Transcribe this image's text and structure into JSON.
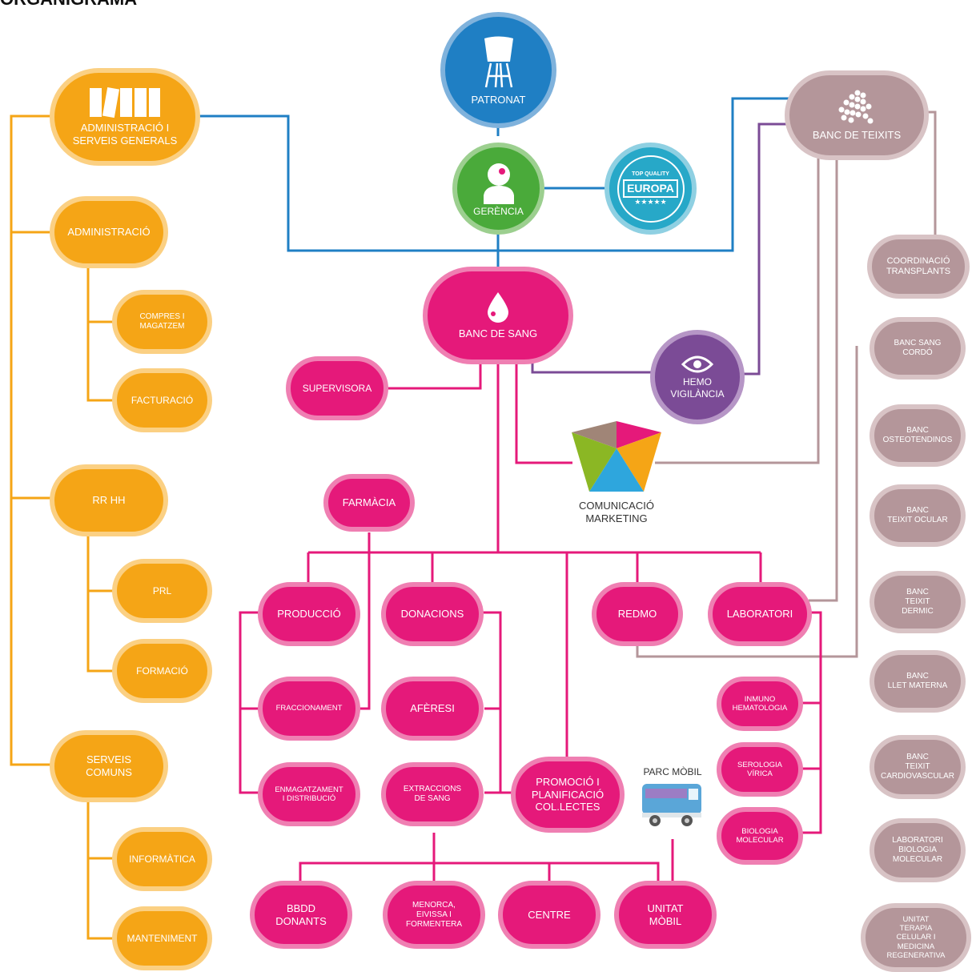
{
  "title": "ORGANIGRAMA",
  "colors": {
    "orange": "#f5a516",
    "pink": "#e5197a",
    "mauve": "#b4969a",
    "blue": "#1f7fc4",
    "green": "#4aaa3a",
    "purple": "#7b4b96",
    "teal": "#27a8c8"
  },
  "top": {
    "patronat": "PATRONAT",
    "gerencia": "GERÈNCIA",
    "europa_badge": {
      "top": "TOP QUALITY",
      "main": "EUROPA"
    }
  },
  "admin": {
    "main": "ADMINISTRACIÓ I\nSERVEIS GENERALS",
    "administracio": "ADMINISTRACIÓ",
    "compres": "COMPRES I\nMAGATZEM",
    "facturacio": "FACTURACIÓ",
    "rrhh": "RR HH",
    "prl": "PRL",
    "formacio": "FORMACIÓ",
    "serveis_comuns": "SERVEIS\nCOMUNS",
    "informatica": "INFORMÀTICA",
    "manteniment": "MANTENIMENT"
  },
  "banc_sang": {
    "main": "BANC DE SANG",
    "supervisora": "SUPERVISORA",
    "hemo": "HEMO\nVIGILÀNCIA",
    "comunicacio": "COMUNICACIÓ\nMARKETING",
    "farmacia": "FARMÀCIA",
    "produccio": "PRODUCCIÓ",
    "donacions": "DONACIONS",
    "redmo": "REDMO",
    "laboratori": "LABORATORI",
    "fraccionament": "FRACCIONAMENT",
    "aferesi": "AFÈRESI",
    "enmagatzament": "ENMAGATZAMENT\nI DISTRIBUCIÓ",
    "extraccions": "EXTRACCIONS\nDE SANG",
    "promocio": "PROMOCIÓ I\nPLANIFICACIÓ\nCOL.LECTES",
    "parc_mobil": "PARC MÒBIL",
    "inmuno": "INMUNO\nHEMATOLOGIA",
    "serologia": "SEROLOGIA\nVÍRICA",
    "biologia": "BIOLOGIA\nMOLECULAR",
    "bbdd": "BBDD\nDONANTS",
    "menorca": "MENORCA,\nEIVISSA I\nFORMENTERA",
    "centre": "CENTRE",
    "unitat_mobil": "UNITAT\nMÒBIL"
  },
  "banc_teixits": {
    "main": "BANC DE TEIXITS",
    "coordinacio": "COORDINACIÓ\nTRANSPLANTS",
    "cordo": "BANC SANG\nCORDÓ",
    "osteo": "BANC\nOSTEOTENDINOS",
    "ocular": "BANC\nTEIXIT OCULAR",
    "dermic": "BANC\nTEIXIT\nDERMIC",
    "llet": "BANC\nLLET MATERNA",
    "cardio": "BANC\nTEIXIT\nCARDIOVASCULAR",
    "laboratori_bio": "LABORATORI\nBIOLOGIA\nMOLECULAR",
    "terapia": "UNITAT\nTERAPIA\nCELULAR I\nMEDICINA\nREGENERATIVA"
  }
}
